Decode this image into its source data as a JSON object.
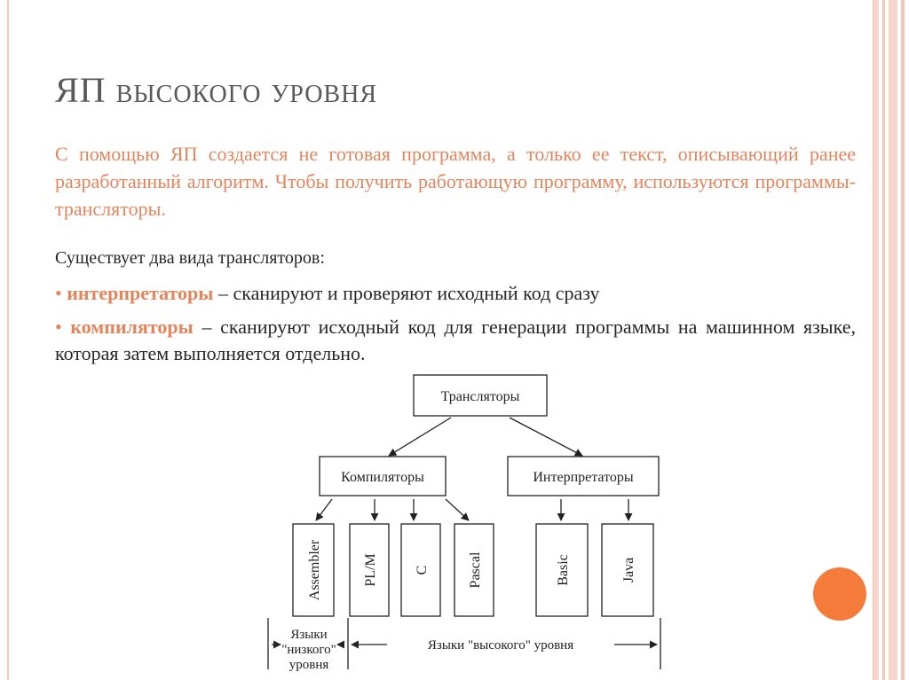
{
  "slide": {
    "title": "ЯП высокого уровня",
    "intro": "С помощью ЯП создается не готовая программа, а только ее текст, описывающий ранее разработанный алгоритм. Чтобы получить работающую программу, используются программы-трансляторы.",
    "lead": "Существует два вида трансляторов:",
    "bullets": [
      {
        "term": "интерпретаторы",
        "text": " – сканируют и проверяют исходный код сразу"
      },
      {
        "term": "компиляторы",
        "text": " – сканируют исходный код для генерации программы на машинном языке, которая затем выполняется отдельно."
      }
    ]
  },
  "diagram": {
    "root": "Трансляторы",
    "compilers": "Компиляторы",
    "interpreters": "Интерпретаторы",
    "compiled_languages": [
      "Assembler",
      "PL/M",
      "C",
      "Pascal"
    ],
    "interpreted_languages": [
      "Basic",
      "Java"
    ],
    "low_level_label": [
      "Языки",
      "\"низкого\"",
      "уровня"
    ],
    "high_level_label": "Языки \"высокого\" уровня"
  },
  "colors": {
    "accent": "#e3855c",
    "circle": "#f47b39",
    "stripe": "#f2c7b8"
  }
}
